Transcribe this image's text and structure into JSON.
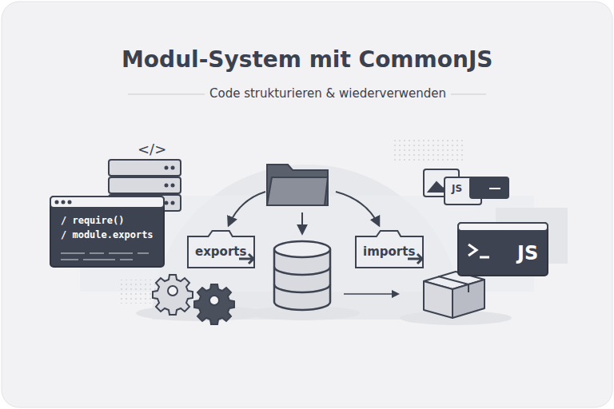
{
  "diagram": {
    "title": "Modul-System mit CommonJS",
    "caption": "Code strukturieren & wiederverwenden",
    "nodes": [
      {
        "text": [
          "/ require()",
          "/ module.exports"
        ]
      },
      {
        "text": [
          "exports"
        ]
      },
      {
        "text": [
          "imports"
        ]
      },
      {
        "text": [
          "JS"
        ]
      }
    ],
    "labels": [
      "</>",
      "JS"
    ]
  }
}
